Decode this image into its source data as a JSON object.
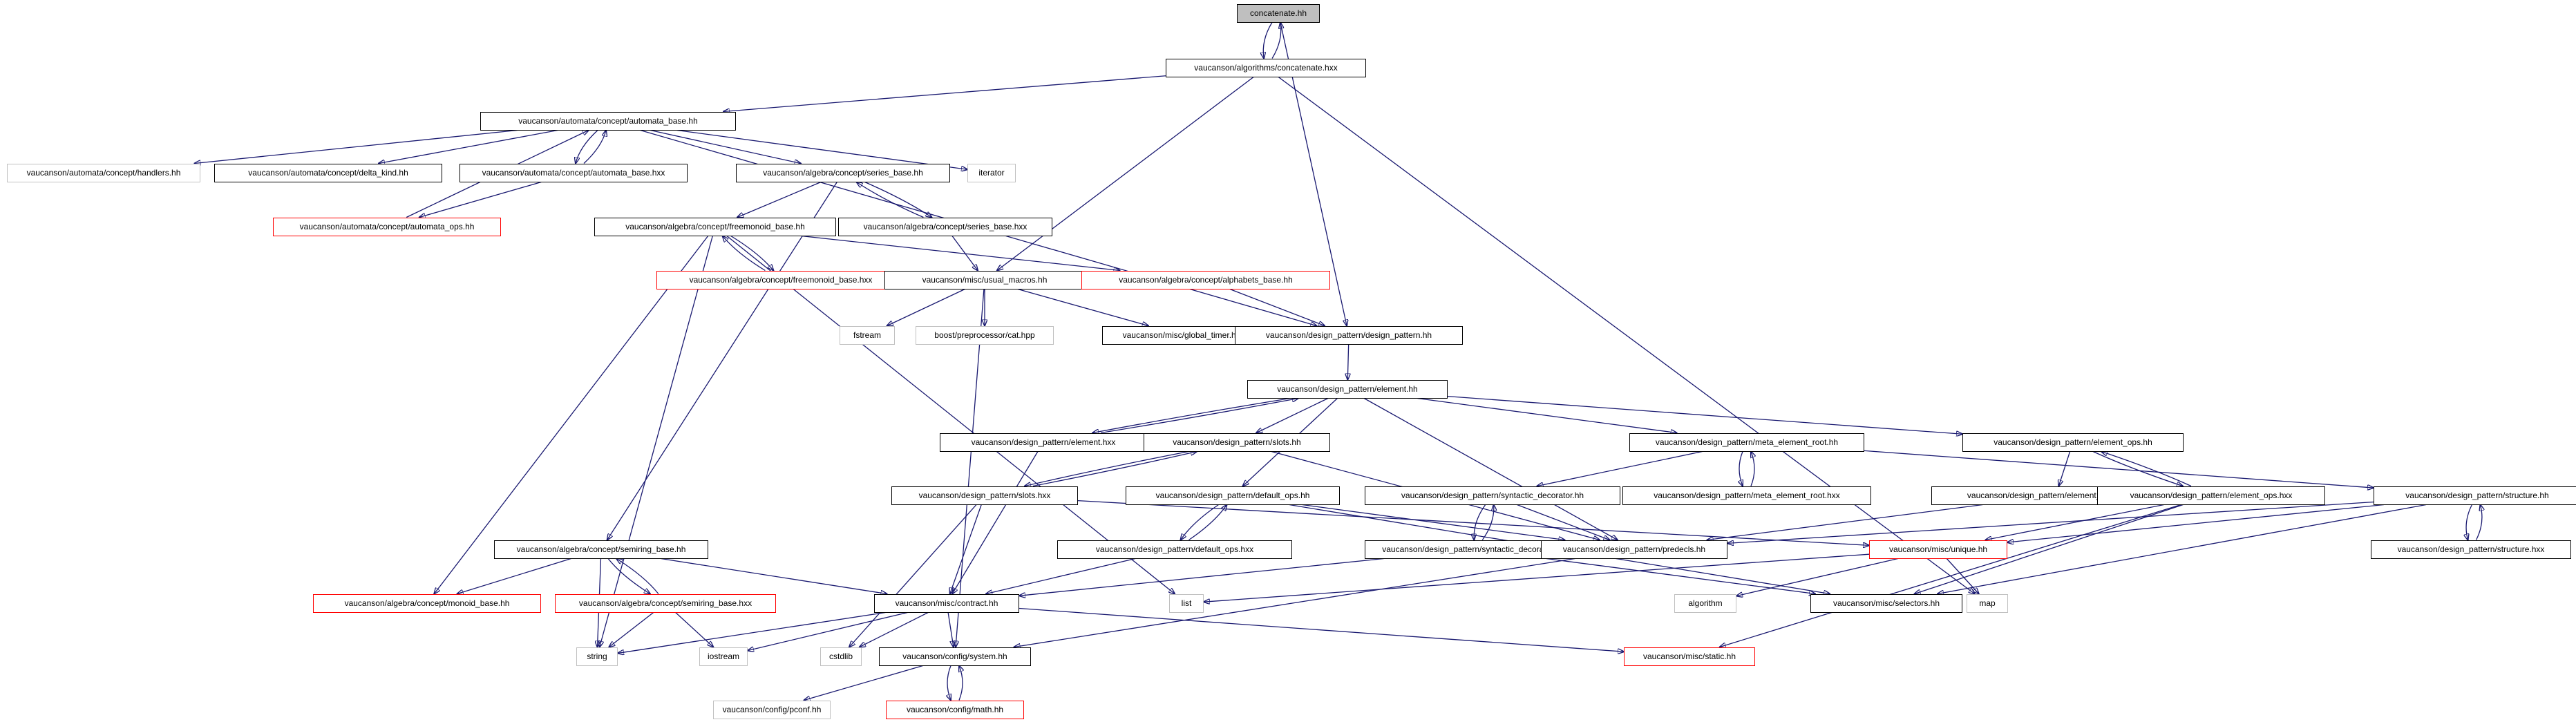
{
  "colors": {
    "edge": "#191970",
    "current_fill": "#bfbfbf",
    "incomplete_border": "#ff0000",
    "external_border": "#c0c0c0"
  },
  "nodes": [
    {
      "id": "n0",
      "label": "concatenate.hh",
      "style": "current"
    },
    {
      "id": "n1",
      "label": "vaucanson/algorithms/concatenate.hxx",
      "style": "normal"
    },
    {
      "id": "n2",
      "label": "vaucanson/automata/concept/automata_base.hh",
      "style": "normal"
    },
    {
      "id": "n3",
      "label": "vaucanson/automata/concept/handlers.hh",
      "style": "external"
    },
    {
      "id": "n4",
      "label": "vaucanson/automata/concept/delta_kind.hh",
      "style": "normal"
    },
    {
      "id": "n5",
      "label": "vaucanson/automata/concept/automata_base.hxx",
      "style": "normal"
    },
    {
      "id": "n6",
      "label": "vaucanson/algebra/concept/series_base.hh",
      "style": "normal"
    },
    {
      "id": "n7",
      "label": "iterator",
      "style": "external"
    },
    {
      "id": "n8",
      "label": "vaucanson/automata/concept/automata_ops.hh",
      "style": "incomplete"
    },
    {
      "id": "n9",
      "label": "vaucanson/algebra/concept/freemonoid_base.hh",
      "style": "normal"
    },
    {
      "id": "n10",
      "label": "vaucanson/algebra/concept/series_base.hxx",
      "style": "normal"
    },
    {
      "id": "n11",
      "label": "vaucanson/algebra/concept/freemonoid_base.hxx",
      "style": "incomplete"
    },
    {
      "id": "n12",
      "label": "vaucanson/misc/usual_macros.hh",
      "style": "normal"
    },
    {
      "id": "n13",
      "label": "vaucanson/algebra/concept/alphabets_base.hh",
      "style": "incomplete"
    },
    {
      "id": "n14",
      "label": "fstream",
      "style": "external"
    },
    {
      "id": "n15",
      "label": "boost/preprocessor/cat.hpp",
      "style": "external"
    },
    {
      "id": "n16",
      "label": "vaucanson/misc/global_timer.hh",
      "style": "normal"
    },
    {
      "id": "n17",
      "label": "vaucanson/design_pattern/design_pattern.hh",
      "style": "normal"
    },
    {
      "id": "n18",
      "label": "vaucanson/design_pattern/element.hh",
      "style": "normal"
    },
    {
      "id": "n19",
      "label": "vaucanson/design_pattern/element.hxx",
      "style": "normal"
    },
    {
      "id": "n20",
      "label": "vaucanson/design_pattern/slots.hh",
      "style": "normal"
    },
    {
      "id": "n21",
      "label": "vaucanson/design_pattern/meta_element_root.hh",
      "style": "normal"
    },
    {
      "id": "n22",
      "label": "vaucanson/design_pattern/element_ops.hh",
      "style": "normal"
    },
    {
      "id": "n23",
      "label": "vaucanson/design_pattern/slots.hxx",
      "style": "normal"
    },
    {
      "id": "n24",
      "label": "vaucanson/design_pattern/default_ops.hh",
      "style": "normal"
    },
    {
      "id": "n25",
      "label": "vaucanson/design_pattern/syntactic_decorator.hh",
      "style": "normal"
    },
    {
      "id": "n26",
      "label": "vaucanson/design_pattern/meta_element_root.hxx",
      "style": "normal"
    },
    {
      "id": "n27",
      "label": "vaucanson/design_pattern/element_op_traits.hh",
      "style": "normal"
    },
    {
      "id": "n28",
      "label": "vaucanson/design_pattern/element_ops.hxx",
      "style": "normal"
    },
    {
      "id": "n29",
      "label": "vaucanson/design_pattern/structure.hh",
      "style": "normal"
    },
    {
      "id": "n30",
      "label": "vaucanson/algebra/concept/semiring_base.hh",
      "style": "normal"
    },
    {
      "id": "n31",
      "label": "vaucanson/design_pattern/default_ops.hxx",
      "style": "normal"
    },
    {
      "id": "n32",
      "label": "vaucanson/design_pattern/syntactic_decorator.hxx",
      "style": "normal"
    },
    {
      "id": "n33",
      "label": "vaucanson/design_pattern/predecls.hh",
      "style": "normal"
    },
    {
      "id": "n34",
      "label": "vaucanson/misc/unique.hh",
      "style": "incomplete"
    },
    {
      "id": "n35",
      "label": "vaucanson/design_pattern/structure.hxx",
      "style": "normal"
    },
    {
      "id": "n36",
      "label": "vaucanson/algebra/concept/monoid_base.hh",
      "style": "incomplete"
    },
    {
      "id": "n37",
      "label": "vaucanson/algebra/concept/semiring_base.hxx",
      "style": "incomplete"
    },
    {
      "id": "n38",
      "label": "vaucanson/misc/contract.hh",
      "style": "normal"
    },
    {
      "id": "n39",
      "label": "list",
      "style": "external"
    },
    {
      "id": "n40",
      "label": "algorithm",
      "style": "external"
    },
    {
      "id": "n41",
      "label": "vaucanson/misc/selectors.hh",
      "style": "normal"
    },
    {
      "id": "n42",
      "label": "map",
      "style": "external"
    },
    {
      "id": "n43",
      "label": "string",
      "style": "external"
    },
    {
      "id": "n44",
      "label": "iostream",
      "style": "external"
    },
    {
      "id": "n45",
      "label": "cstdlib",
      "style": "external"
    },
    {
      "id": "n46",
      "label": "vaucanson/config/system.hh",
      "style": "normal"
    },
    {
      "id": "n47",
      "label": "vaucanson/misc/static.hh",
      "style": "incomplete"
    },
    {
      "id": "n48",
      "label": "vaucanson/config/pconf.hh",
      "style": "external"
    },
    {
      "id": "n49",
      "label": "vaucanson/config/math.hh",
      "style": "incomplete"
    }
  ],
  "edges": [
    [
      "n0",
      "n1"
    ],
    [
      "n1",
      "n0"
    ],
    [
      "n0",
      "n17"
    ],
    [
      "n1",
      "n2"
    ],
    [
      "n1",
      "n12"
    ],
    [
      "n1",
      "n42"
    ],
    [
      "n2",
      "n3"
    ],
    [
      "n2",
      "n4"
    ],
    [
      "n2",
      "n5"
    ],
    [
      "n2",
      "n6"
    ],
    [
      "n2",
      "n7"
    ],
    [
      "n2",
      "n17"
    ],
    [
      "n5",
      "n2"
    ],
    [
      "n5",
      "n8"
    ],
    [
      "n8",
      "n2"
    ],
    [
      "n6",
      "n9"
    ],
    [
      "n6",
      "n10"
    ],
    [
      "n6",
      "n30"
    ],
    [
      "n10",
      "n6"
    ],
    [
      "n10",
      "n12"
    ],
    [
      "n9",
      "n11"
    ],
    [
      "n11",
      "n9"
    ],
    [
      "n9",
      "n13"
    ],
    [
      "n9",
      "n36"
    ],
    [
      "n9",
      "n43"
    ],
    [
      "n9",
      "n39"
    ],
    [
      "n13",
      "n17"
    ],
    [
      "n12",
      "n14"
    ],
    [
      "n12",
      "n15"
    ],
    [
      "n12",
      "n16"
    ],
    [
      "n12",
      "n46"
    ],
    [
      "n17",
      "n18"
    ],
    [
      "n18",
      "n19"
    ],
    [
      "n19",
      "n18"
    ],
    [
      "n18",
      "n20"
    ],
    [
      "n18",
      "n21"
    ],
    [
      "n18",
      "n22"
    ],
    [
      "n18",
      "n24"
    ],
    [
      "n18",
      "n33"
    ],
    [
      "n19",
      "n38"
    ],
    [
      "n20",
      "n23"
    ],
    [
      "n23",
      "n20"
    ],
    [
      "n20",
      "n33"
    ],
    [
      "n23",
      "n38"
    ],
    [
      "n23",
      "n34"
    ],
    [
      "n23",
      "n45"
    ],
    [
      "n21",
      "n26"
    ],
    [
      "n26",
      "n21"
    ],
    [
      "n21",
      "n25"
    ],
    [
      "n21",
      "n29"
    ],
    [
      "n22",
      "n28"
    ],
    [
      "n28",
      "n22"
    ],
    [
      "n22",
      "n27"
    ],
    [
      "n27",
      "n33"
    ],
    [
      "n28",
      "n34"
    ],
    [
      "n28",
      "n41"
    ],
    [
      "n28",
      "n47"
    ],
    [
      "n24",
      "n31"
    ],
    [
      "n31",
      "n24"
    ],
    [
      "n24",
      "n33"
    ],
    [
      "n24",
      "n41"
    ],
    [
      "n31",
      "n38"
    ],
    [
      "n25",
      "n32"
    ],
    [
      "n32",
      "n25"
    ],
    [
      "n25",
      "n33"
    ],
    [
      "n32",
      "n41"
    ],
    [
      "n32",
      "n38"
    ],
    [
      "n29",
      "n35"
    ],
    [
      "n35",
      "n29"
    ],
    [
      "n29",
      "n33"
    ],
    [
      "n29",
      "n34"
    ],
    [
      "n29",
      "n41"
    ],
    [
      "n33",
      "n46"
    ],
    [
      "n34",
      "n39"
    ],
    [
      "n34",
      "n40"
    ],
    [
      "n34",
      "n42"
    ],
    [
      "n30",
      "n36"
    ],
    [
      "n30",
      "n37"
    ],
    [
      "n37",
      "n30"
    ],
    [
      "n30",
      "n43"
    ],
    [
      "n30",
      "n38"
    ],
    [
      "n37",
      "n43"
    ],
    [
      "n37",
      "n44"
    ],
    [
      "n38",
      "n43"
    ],
    [
      "n38",
      "n44"
    ],
    [
      "n38",
      "n45"
    ],
    [
      "n38",
      "n46"
    ],
    [
      "n38",
      "n47"
    ],
    [
      "n46",
      "n48"
    ],
    [
      "n46",
      "n49"
    ],
    [
      "n49",
      "n46"
    ]
  ]
}
